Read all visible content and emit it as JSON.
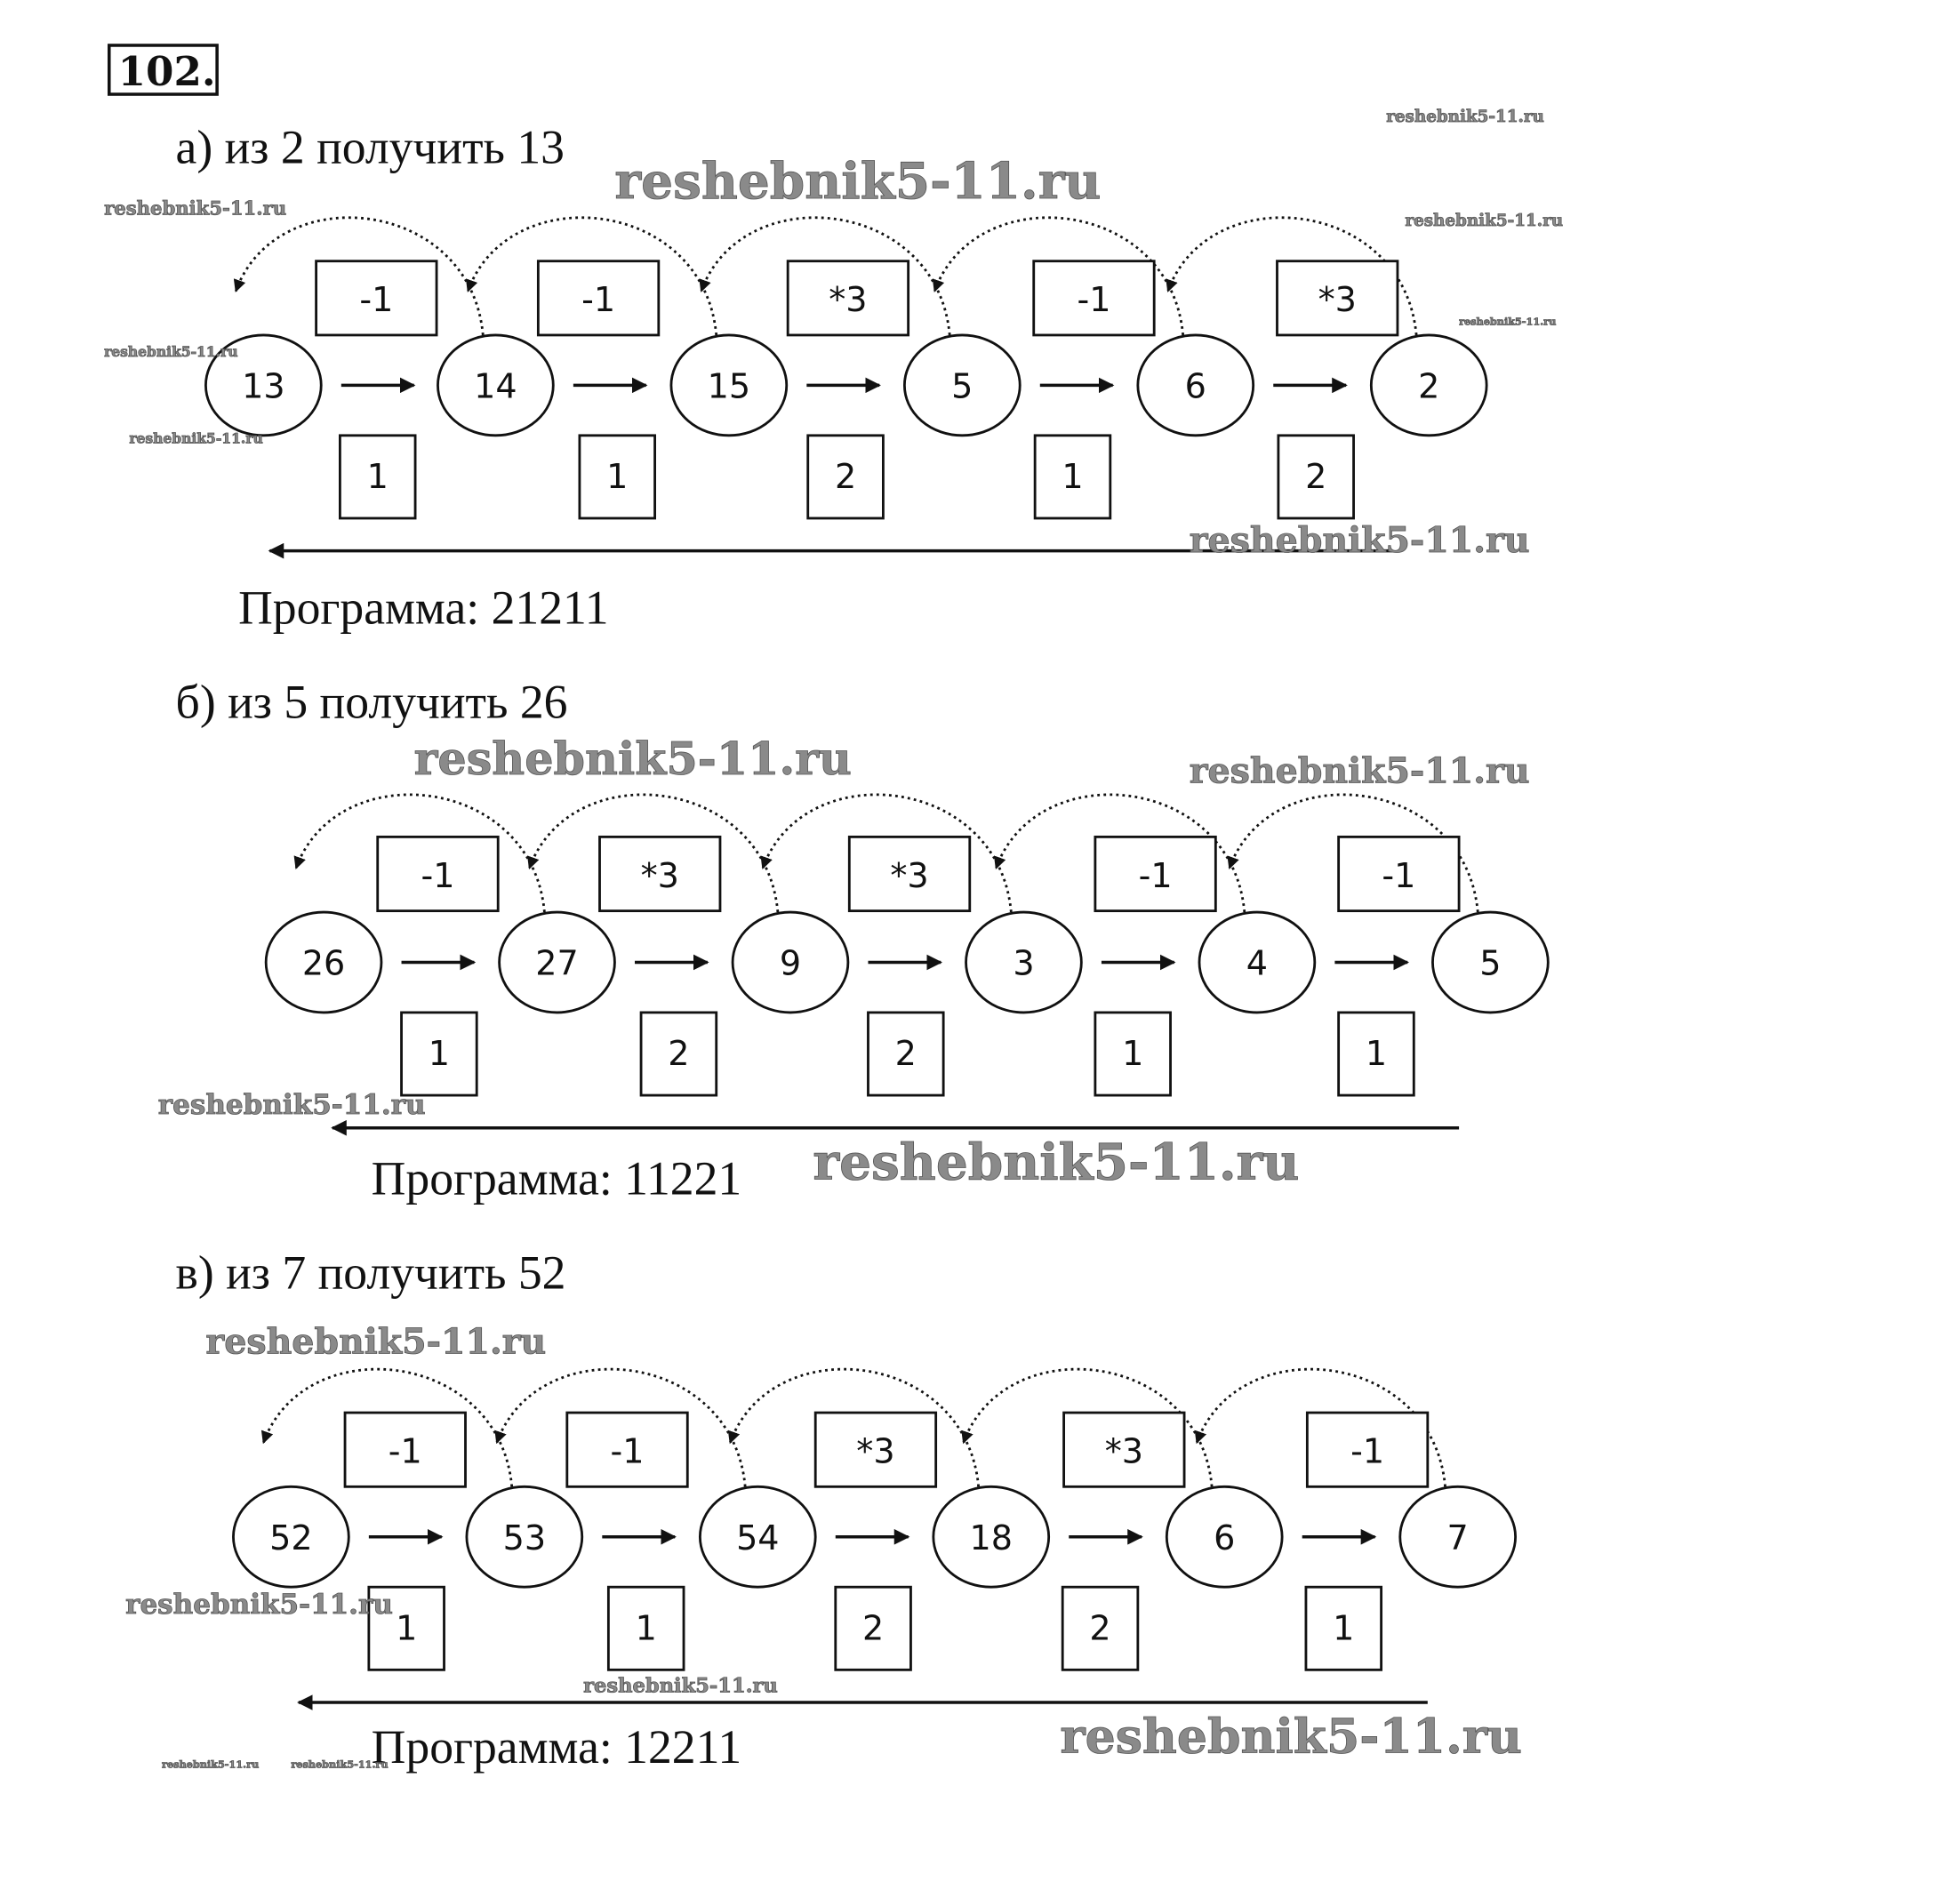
{
  "problem_number": "102.",
  "sections": [
    {
      "title": "а)  из 2 получить 13",
      "nodes": [
        "13",
        "14",
        "15",
        "5",
        "6",
        "2"
      ],
      "ops": [
        "-1",
        "-1",
        "*3",
        "-1",
        "*3"
      ],
      "commands": [
        "1",
        "1",
        "2",
        "1",
        "2"
      ],
      "program": "Программа: 21211"
    },
    {
      "title": "б)  из 5 получить 26",
      "nodes": [
        "26",
        "27",
        "9",
        "3",
        "4",
        "5"
      ],
      "ops": [
        "-1",
        "*3",
        "*3",
        "-1",
        "-1"
      ],
      "commands": [
        "1",
        "2",
        "2",
        "1",
        "1"
      ],
      "program": "Программа: 11221"
    },
    {
      "title": "в)  из 7 получить 52",
      "nodes": [
        "52",
        "53",
        "54",
        "18",
        "6",
        "7"
      ],
      "ops": [
        "-1",
        "-1",
        "*3",
        "*3",
        "-1"
      ],
      "commands": [
        "1",
        "1",
        "2",
        "2",
        "1"
      ],
      "program": "Программа: 12211"
    }
  ],
  "watermark": "reshebnik5-11.ru",
  "colors": {
    "ink": "#111111",
    "watermark": "#8a8a8a"
  }
}
